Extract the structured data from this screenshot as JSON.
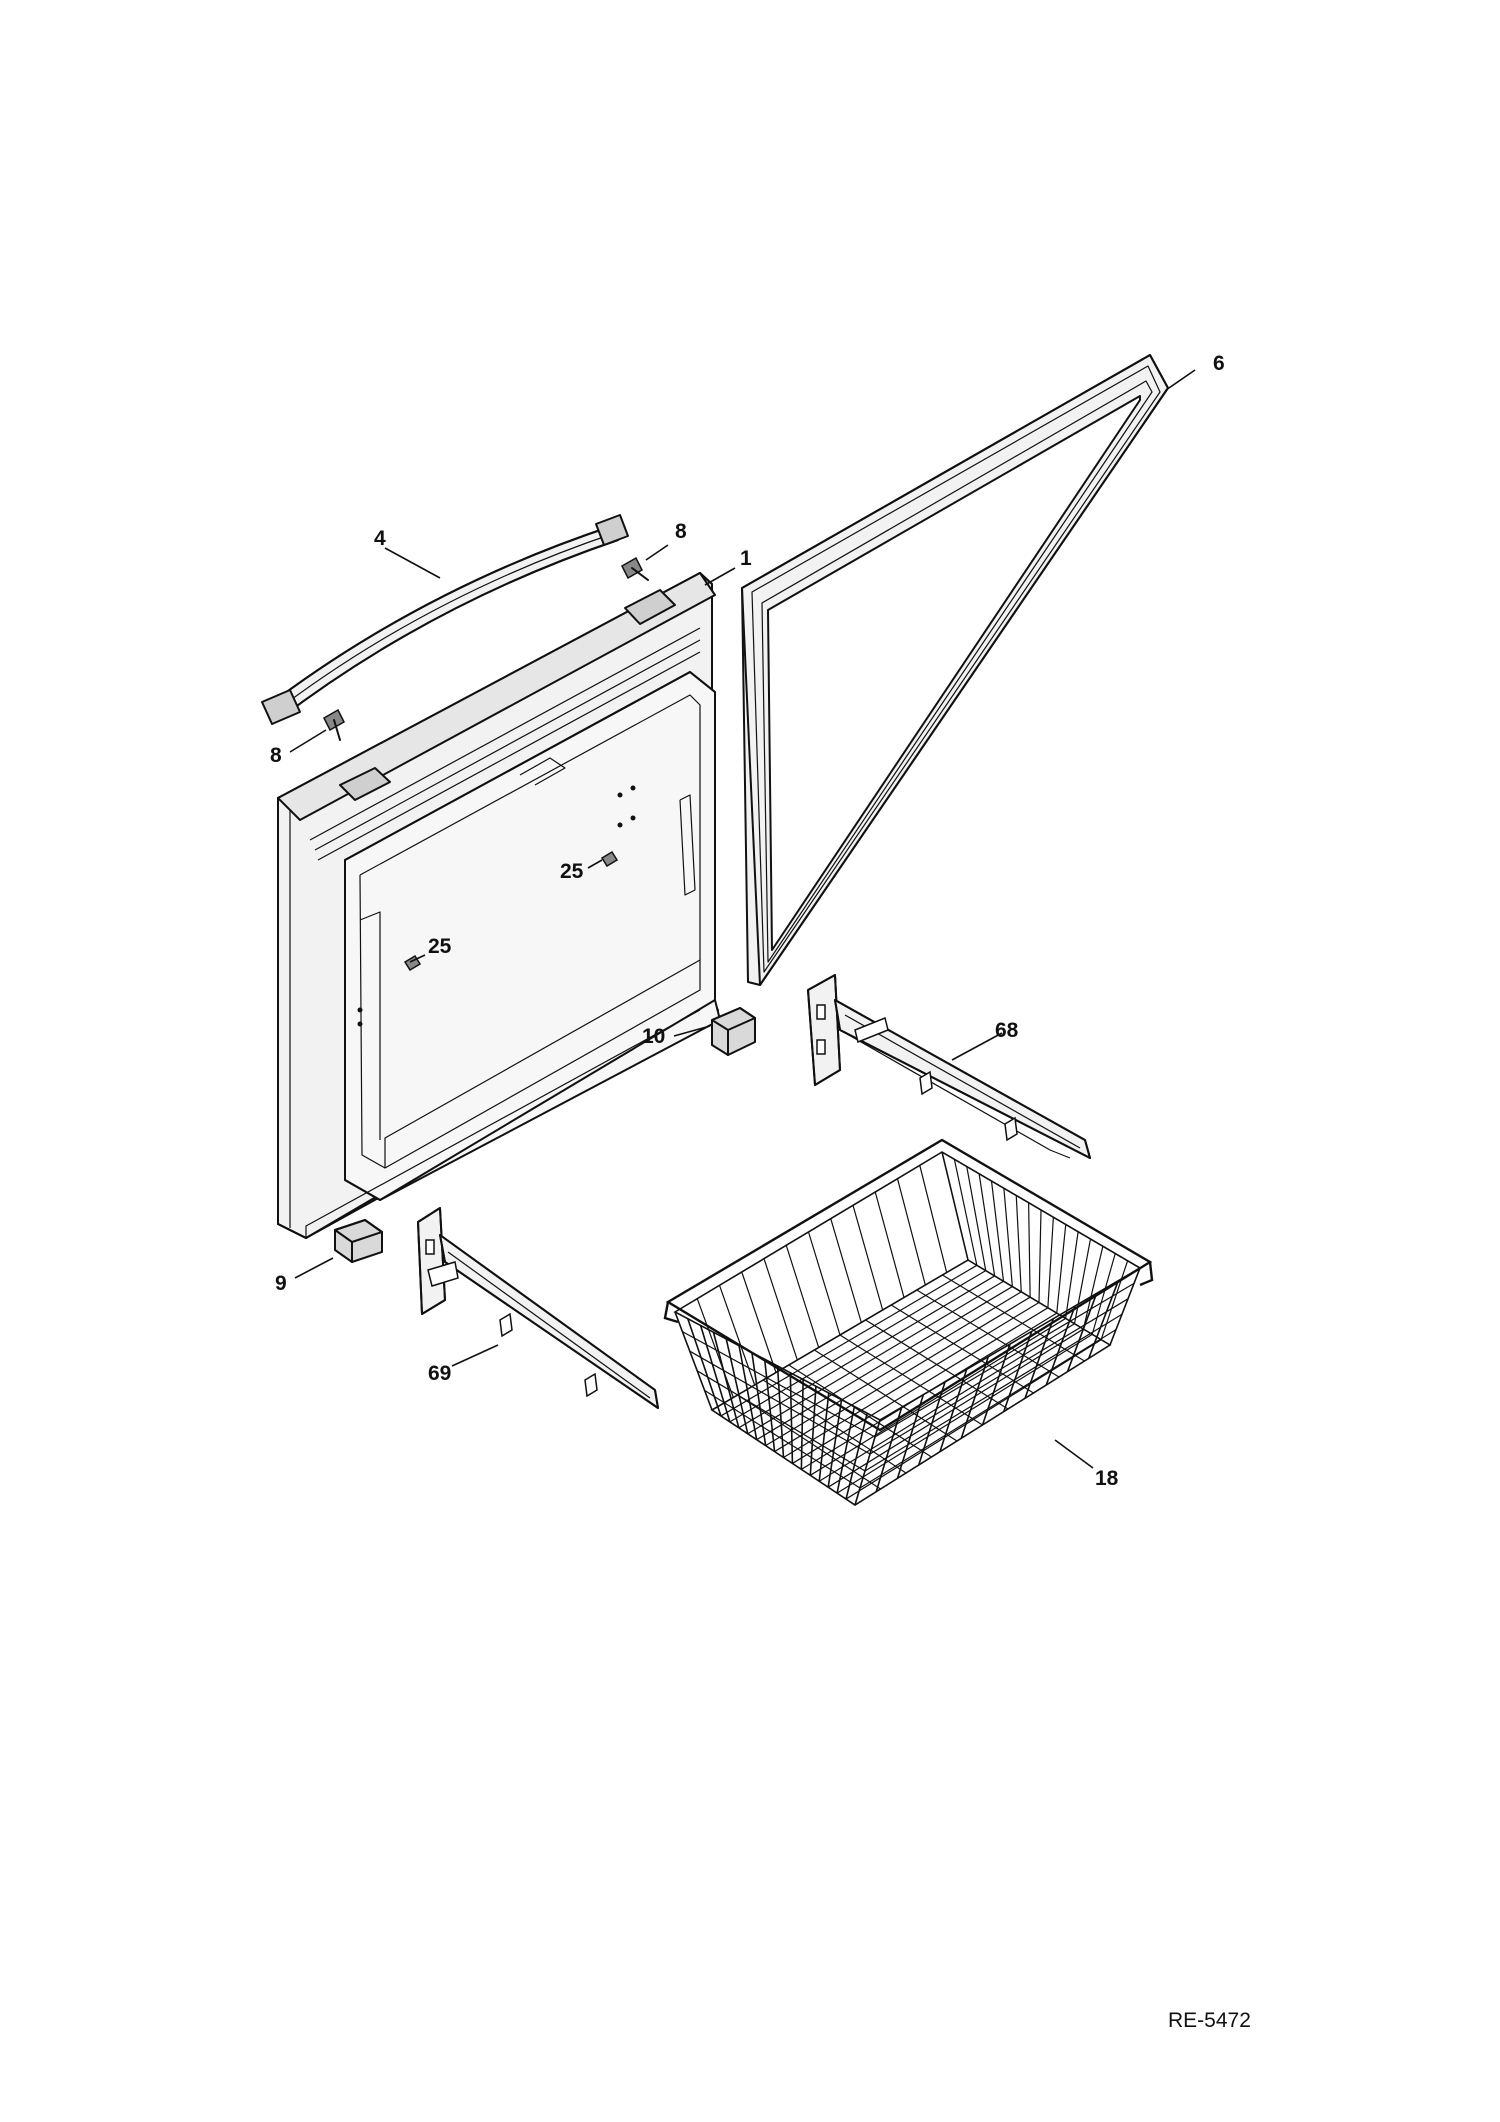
{
  "diagram": {
    "callouts": {
      "p1": "1",
      "p4": "4",
      "p6": "6",
      "p8a": "8",
      "p8b": "8",
      "p9": "9",
      "p10": "10",
      "p18": "18",
      "p25a": "25",
      "p25b": "25",
      "p68": "68",
      "p69": "69"
    },
    "document_code": "RE-5472"
  }
}
